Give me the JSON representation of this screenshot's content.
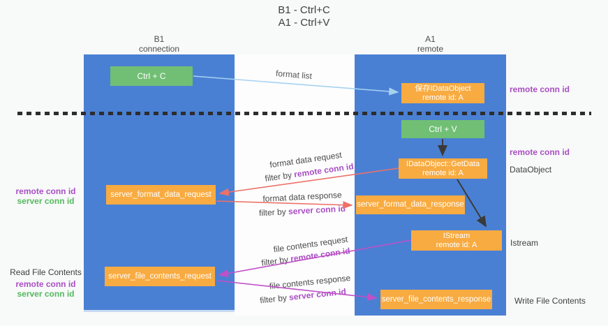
{
  "title": {
    "line1": "B1 - Ctrl+C",
    "line2": "A1 - Ctrl+V"
  },
  "lanes": {
    "left": {
      "title": "B1",
      "subtitle": "connection"
    },
    "right": {
      "title": "A1",
      "subtitle": "remote"
    }
  },
  "boxes": {
    "ctrl_c": {
      "label": "Ctrl + C"
    },
    "ctrl_v": {
      "label": "Ctrl + V"
    },
    "save_dataobject": {
      "line1": "保存IDataObject",
      "line2": "remote id: A"
    },
    "getdata": {
      "line1": "IDataObject::GetData",
      "line2": "remote id: A"
    },
    "istream": {
      "line1": "IStream",
      "line2": "remote id: A"
    },
    "format_request": {
      "label": "server_format_data_request"
    },
    "format_response": {
      "label": "server_format_data_response"
    },
    "file_request": {
      "label": "server_file_contents_request"
    },
    "file_response": {
      "label": "server_file_contents_response"
    }
  },
  "arrows": {
    "format_list": {
      "label": "format list"
    },
    "format_data_request": {
      "label": "format data request",
      "filter_prefix": "filter by",
      "filter_key": "remote conn id"
    },
    "format_data_response": {
      "label": "format data response",
      "filter_prefix": "filter by",
      "filter_key": "server conn id"
    },
    "file_contents_request": {
      "label": "file contents request",
      "filter_prefix": "filter by",
      "filter_key": "remote conn id"
    },
    "file_contents_response": {
      "label": "file contents response",
      "filter_prefix": "filter by",
      "filter_key": "server conn id"
    }
  },
  "right_labels": {
    "remote_conn_id_top": "remote conn id",
    "remote_conn_id_mid": "remote conn id",
    "dataobject": "DataObject",
    "istream": "Istream",
    "write_file_contents": "Write File Contents"
  },
  "left_labels": {
    "remote_conn_id_1": "remote conn id",
    "server_conn_id_1": "server conn id",
    "read_file_contents": "Read File Contents",
    "remote_conn_id_2": "remote conn id",
    "server_conn_id_2": "server conn id"
  },
  "colors": {
    "lane_blue": "#4a80d4",
    "box_green": "#71bf74",
    "box_orange": "#f8ab41",
    "arrow_light_blue": "#a6d2f0",
    "arrow_red": "#ed7168",
    "arrow_magenta": "#c050c8",
    "arrow_black": "#3a3a3a",
    "label_purple": "#a94fc3",
    "label_green": "#53b95e"
  }
}
